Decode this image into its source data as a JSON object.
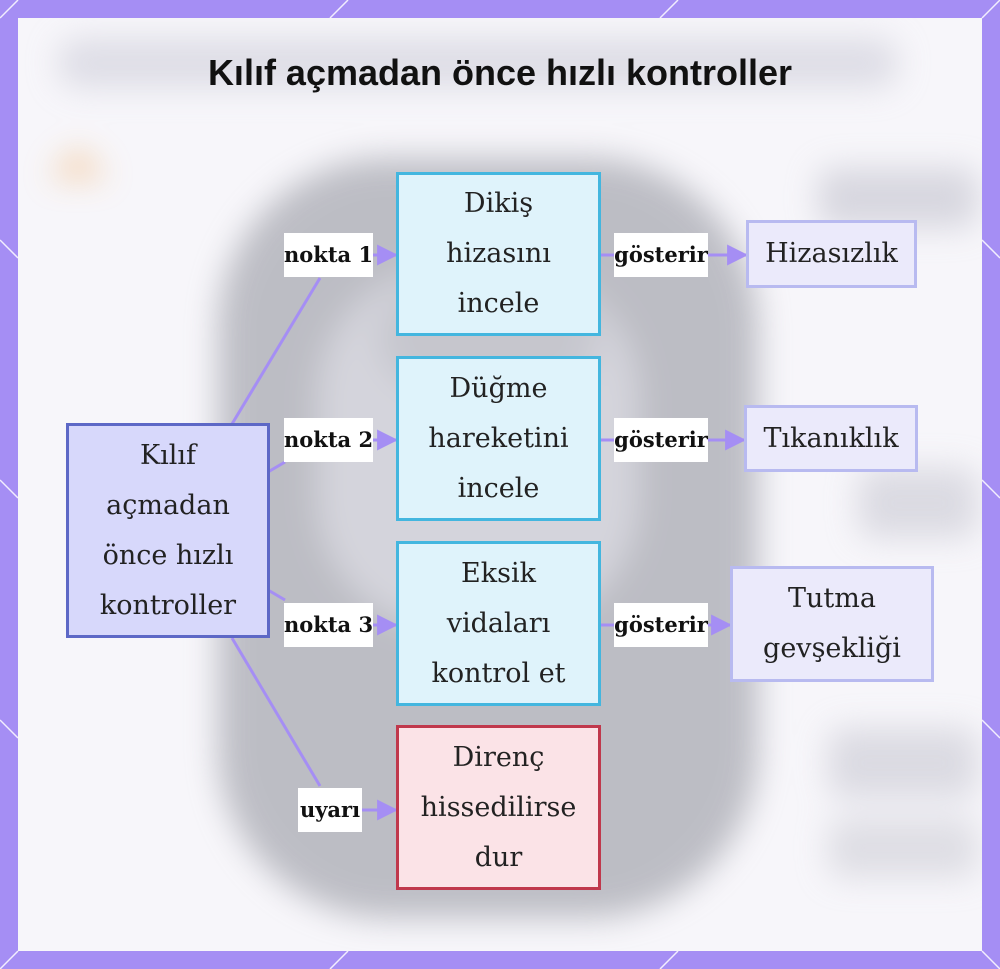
{
  "title": "Kılıf açmadan önce hızlı kontroller",
  "colors": {
    "frame": "#a58ef4",
    "connector": "#a58ef4",
    "root_border": "#5d68c6",
    "step_border": "#43b6df",
    "warning_border": "#c0384c",
    "result_border": "#b8baf0"
  },
  "root": {
    "lines": [
      "Kılıf",
      "açmadan",
      "önce hızlı",
      "kontroller"
    ]
  },
  "steps": [
    {
      "lines": [
        "Dikiş",
        "hizasını",
        "incele"
      ],
      "edge": "nokta 1",
      "result_edge": "gösterir",
      "result": [
        "Hizasızlık"
      ]
    },
    {
      "lines": [
        "Düğme",
        "hareketini",
        "incele"
      ],
      "edge": "nokta 2",
      "result_edge": "gösterir",
      "result": [
        "Tıkanıklık"
      ]
    },
    {
      "lines": [
        "Eksik",
        "vidaları",
        "kontrol et"
      ],
      "edge": "nokta 3",
      "result_edge": "gösterir",
      "result": [
        "Tutma",
        "gevşekliği"
      ]
    }
  ],
  "warning": {
    "lines": [
      "Direnç",
      "hissedilirse",
      "dur"
    ],
    "edge": "uyarı"
  }
}
